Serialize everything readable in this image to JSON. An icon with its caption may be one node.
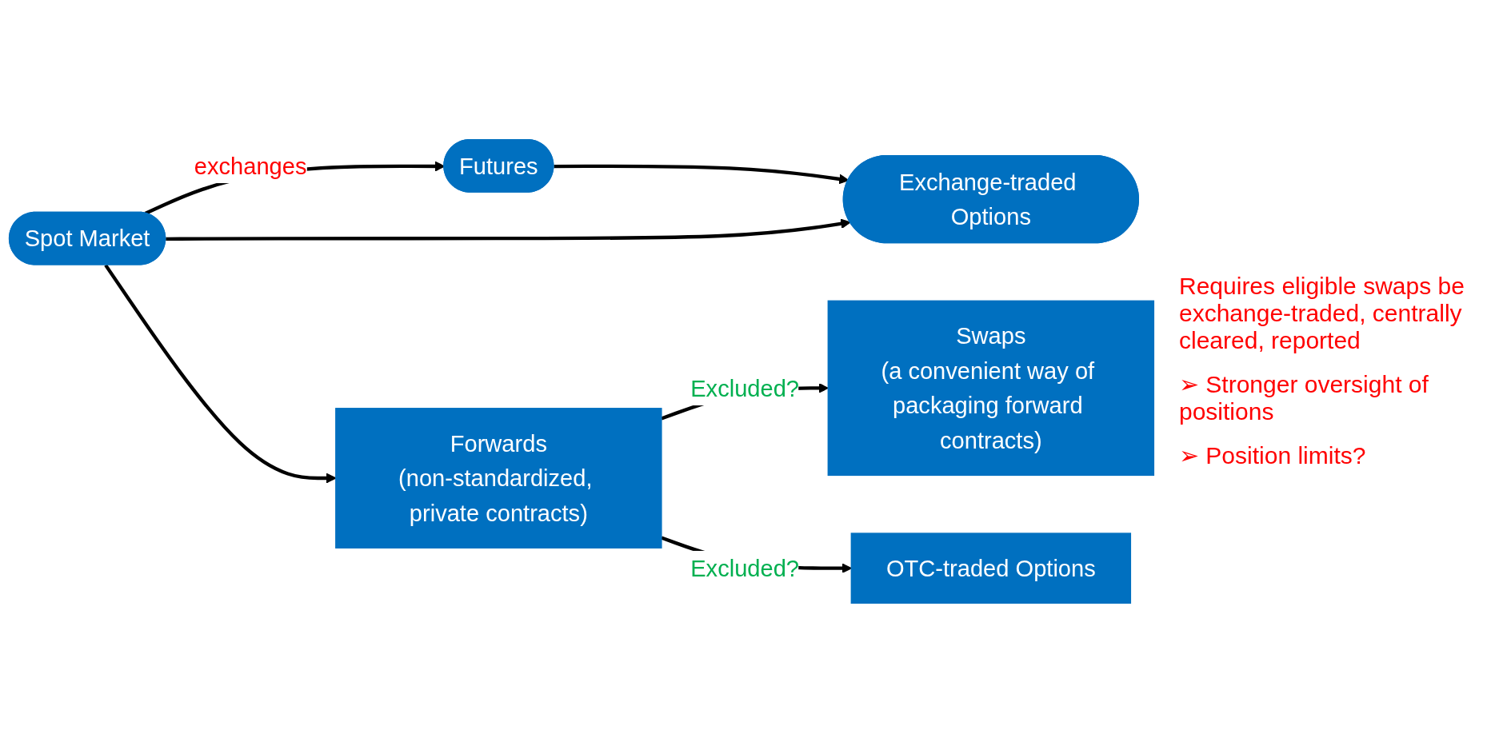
{
  "diagram": {
    "nodes": [
      {
        "text": [
          "Spot Market"
        ]
      },
      {
        "text": [
          "Futures"
        ]
      },
      {
        "text": [
          "Swaps",
          "(a convenient way of packaging forward contracts)"
        ]
      },
      {
        "text": [
          "Forwards",
          "(non-standardized, private contracts)"
        ]
      },
      {
        "text": [
          "OTC-traded Options"
        ]
      },
      {
        "text": [
          "Exchange-traded Options"
        ]
      }
    ],
    "edges": [
      {
        "from": 0,
        "to": 1,
        "arrow": "to",
        "label": "exchanges"
      },
      {
        "from": 0,
        "to": 3,
        "arrow": "to"
      },
      {
        "from": 3,
        "to": 2,
        "arrow": "to",
        "label": "Excluded?"
      },
      {
        "from": 3,
        "to": 4,
        "arrow": "to",
        "label": "Excluded?"
      },
      {
        "from": 1,
        "to": 5,
        "arrow": "to"
      },
      {
        "from": 0,
        "to": 5,
        "arrow": "to"
      }
    ],
    "labels": [
      "Requires eligible swaps be exchange-traded, centrally cleared, reported",
      "➢ Stronger oversight of positions",
      "➢ Position limits?"
    ]
  }
}
